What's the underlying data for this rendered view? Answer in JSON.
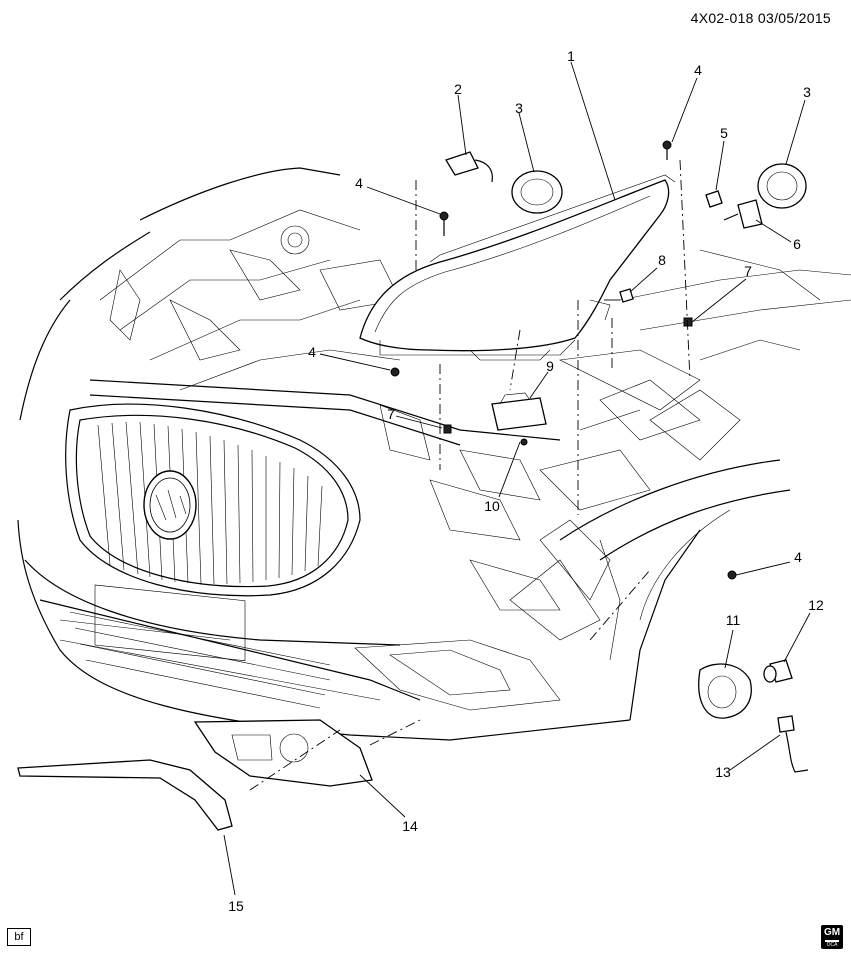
{
  "header": {
    "doc_code": "4X02-018  03/05/2015"
  },
  "footer": {
    "tag": "bf",
    "logo_text": "GM",
    "logo_sub": "OCA"
  },
  "callouts": [
    {
      "id": "c1",
      "label": "1"
    },
    {
      "id": "c2",
      "label": "2"
    },
    {
      "id": "c3a",
      "label": "3"
    },
    {
      "id": "c3b",
      "label": "3"
    },
    {
      "id": "c4a",
      "label": "4"
    },
    {
      "id": "c4b",
      "label": "4"
    },
    {
      "id": "c4c",
      "label": "4"
    },
    {
      "id": "c4d",
      "label": "4"
    },
    {
      "id": "c5",
      "label": "5"
    },
    {
      "id": "c6",
      "label": "6"
    },
    {
      "id": "c7a",
      "label": "7"
    },
    {
      "id": "c7b",
      "label": "7"
    },
    {
      "id": "c8",
      "label": "8"
    },
    {
      "id": "c9",
      "label": "9"
    },
    {
      "id": "c10",
      "label": "10"
    },
    {
      "id": "c11",
      "label": "11"
    },
    {
      "id": "c12",
      "label": "12"
    },
    {
      "id": "c13",
      "label": "13"
    },
    {
      "id": "c14",
      "label": "14"
    },
    {
      "id": "c15",
      "label": "15"
    }
  ]
}
